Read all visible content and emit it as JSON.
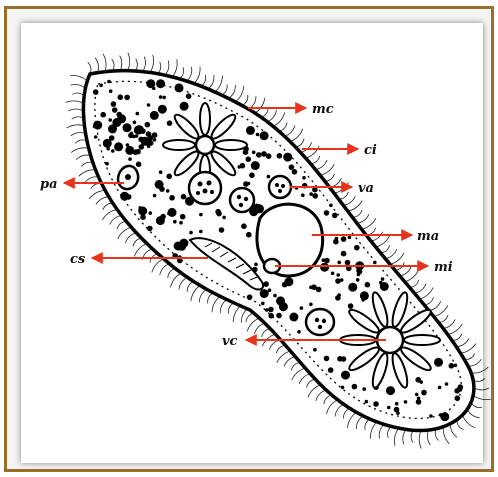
{
  "diagram": {
    "labels": {
      "mc": "mc",
      "ci": "ci",
      "pa": "pa",
      "va": "va",
      "ma": "ma",
      "cs": "cs",
      "mi": "mi",
      "vc": "vc"
    },
    "colors": {
      "arrow": "#e8341c",
      "outline": "#000000",
      "frame": "#9a6f2a",
      "background": "#ffffff"
    }
  }
}
